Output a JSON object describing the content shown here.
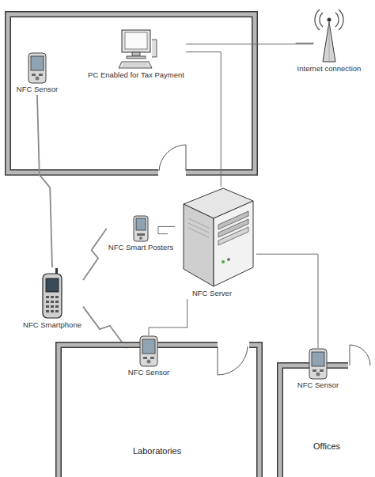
{
  "diagram": {
    "nodes": [
      {
        "text": [
          "NFC Sensor"
        ]
      },
      {
        "text": [
          "PC Enabled for Tax Payment"
        ]
      },
      {
        "text": [
          "Internet connection"
        ]
      },
      {
        "text": [
          "NFC Smart Posters"
        ]
      },
      {
        "text": [
          "NFC Server"
        ]
      },
      {
        "text": [
          "NFC Smartphone"
        ]
      },
      {
        "text": [
          "NFC Sensor"
        ]
      },
      {
        "text": [
          "NFC Sensor"
        ]
      },
      {
        "text": [
          "Laboratories"
        ]
      },
      {
        "text": [
          "Offices"
        ]
      }
    ],
    "edges": [
      {
        "from": 1,
        "to": 2,
        "arrow": "none"
      },
      {
        "from": 4,
        "to": 1,
        "arrow": "none"
      },
      {
        "from": 4,
        "to": 3,
        "arrow": "none"
      },
      {
        "from": 4,
        "to": 6,
        "arrow": "none"
      },
      {
        "from": 4,
        "to": 7,
        "arrow": "none"
      },
      {
        "from": 5,
        "to": 0,
        "arrow": "none"
      },
      {
        "from": 5,
        "to": 3,
        "arrow": "none"
      },
      {
        "from": 5,
        "to": 6,
        "arrow": "none"
      }
    ]
  }
}
